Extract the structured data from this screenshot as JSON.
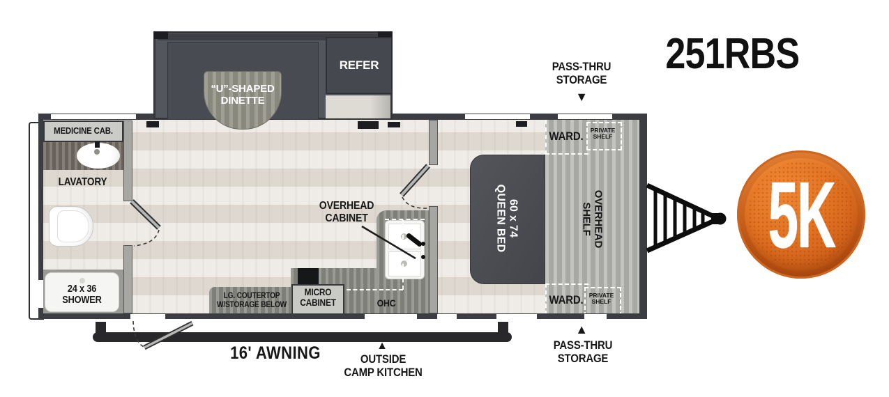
{
  "model": "251RBS",
  "badge": {
    "label": "5K"
  },
  "slideout": {
    "dinette": "“U”-SHAPED\nDINETTE",
    "refer": "REFER"
  },
  "bathroom": {
    "medicine_cab": "MEDICINE CAB.",
    "lavatory": "LAVATORY",
    "shower": "24 x 36\nSHOWER"
  },
  "kitchen": {
    "countertop": "LG. COUTERTOP\nW/STORAGE BELOW",
    "micro_cabinet": "MICRO\nCABINET",
    "ohc": "OHC",
    "overhead_cabinet": "OVERHEAD\nCABINET"
  },
  "bedroom": {
    "bed": "60 x 74\nQUEEN BED",
    "overhead_shelf": "OVERHEAD\nSHELF",
    "ward_top": "WARD.",
    "ward_bottom": "WARD.",
    "private_shelf_top": "PRIVATE\nSHELF",
    "private_shelf_bottom": "PRIVATE\nSHELF"
  },
  "exterior": {
    "passthru_top": "PASS-THRU\nSTORAGE",
    "passthru_bottom": "PASS-THRU\nSTORAGE",
    "awning": "16' AWNING",
    "outside_kitchen": "OUTSIDE\nCAMP KITCHEN"
  },
  "icons": {
    "arrow_down": "▼",
    "arrow_up": "▲"
  }
}
